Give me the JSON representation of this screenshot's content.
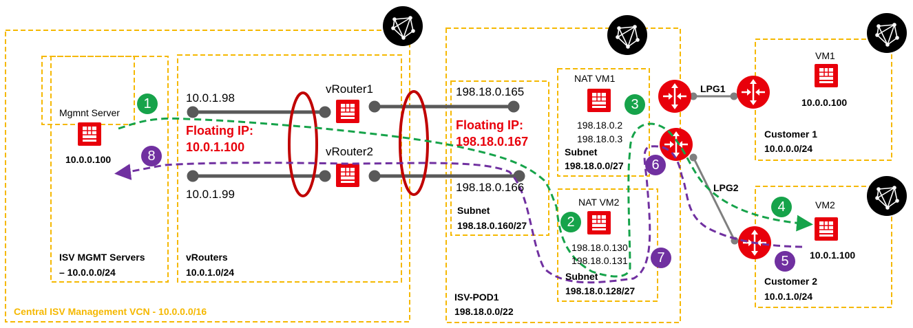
{
  "colors": {
    "box_border": "#f5b800",
    "vm_icon": "#e8000b",
    "router_icon": "#e8000b",
    "network_icon": "#000000",
    "link_line": "#595959",
    "ellipse": "#c00000",
    "flow_request": "#16a34a",
    "flow_response": "#7030a0",
    "floating_ip_text": "#e8000b",
    "vcn_label": "#f5b800"
  },
  "central_vcn": {
    "label": "Central ISV Management VCN - 10.0.0.0/16",
    "mgmt_subnet": {
      "server_name": "Mgmnt Server",
      "server_ip": "10.0.0.100",
      "label_line1": "ISV MGMT Servers",
      "label_line2": "– 10.0.0.0/24"
    },
    "vrouters_subnet": {
      "vrouter1": "vRouter1",
      "vrouter2": "vRouter2",
      "ip_top": "10.0.1.98",
      "ip_bottom": "10.0.1.99",
      "floating_ip_label": "Floating IP:",
      "floating_ip": "10.0.1.100",
      "label_line1": "vRouters",
      "label_line2": "10.0.1.0/24"
    }
  },
  "isv_pod": {
    "label_line1": "ISV-POD1",
    "label_line2": "198.18.0.0/22",
    "edge_subnet": {
      "ip_top": "198.18.0.165",
      "ip_bottom": "198.18.0.166",
      "floating_ip_label": "Floating IP:",
      "floating_ip": "198.18.0.167",
      "label_line1": "Subnet",
      "label_line2": "198.18.0.160/27"
    },
    "nat1_subnet": {
      "vm_name": "NAT VM1",
      "ip1": "198.18.0.2",
      "ip2": "198.18.0.3",
      "label_line1": "Subnet",
      "label_line2": "198.18.0.0/27"
    },
    "nat2_subnet": {
      "vm_name": "NAT VM2",
      "ip1": "198.18.0.130",
      "ip2": "198.18.0.131",
      "label_line1": "Subnet",
      "label_line2": "198.18.0.128/27"
    }
  },
  "peering": {
    "lpg1": "LPG1",
    "lpg2": "LPG2"
  },
  "customer1": {
    "vm_name": "VM1",
    "vm_ip": "10.0.0.100",
    "label_line1": "Customer 1",
    "label_line2": "10.0.0.0/24"
  },
  "customer2": {
    "vm_name": "VM2",
    "vm_ip": "10.0.1.100",
    "label_line1": "Customer 2",
    "label_line2": "10.0.1.0/24"
  },
  "steps": [
    {
      "n": "1",
      "flow": "request"
    },
    {
      "n": "2",
      "flow": "request"
    },
    {
      "n": "3",
      "flow": "request"
    },
    {
      "n": "4",
      "flow": "request"
    },
    {
      "n": "5",
      "flow": "response"
    },
    {
      "n": "6",
      "flow": "response"
    },
    {
      "n": "7",
      "flow": "response"
    },
    {
      "n": "8",
      "flow": "response"
    }
  ]
}
